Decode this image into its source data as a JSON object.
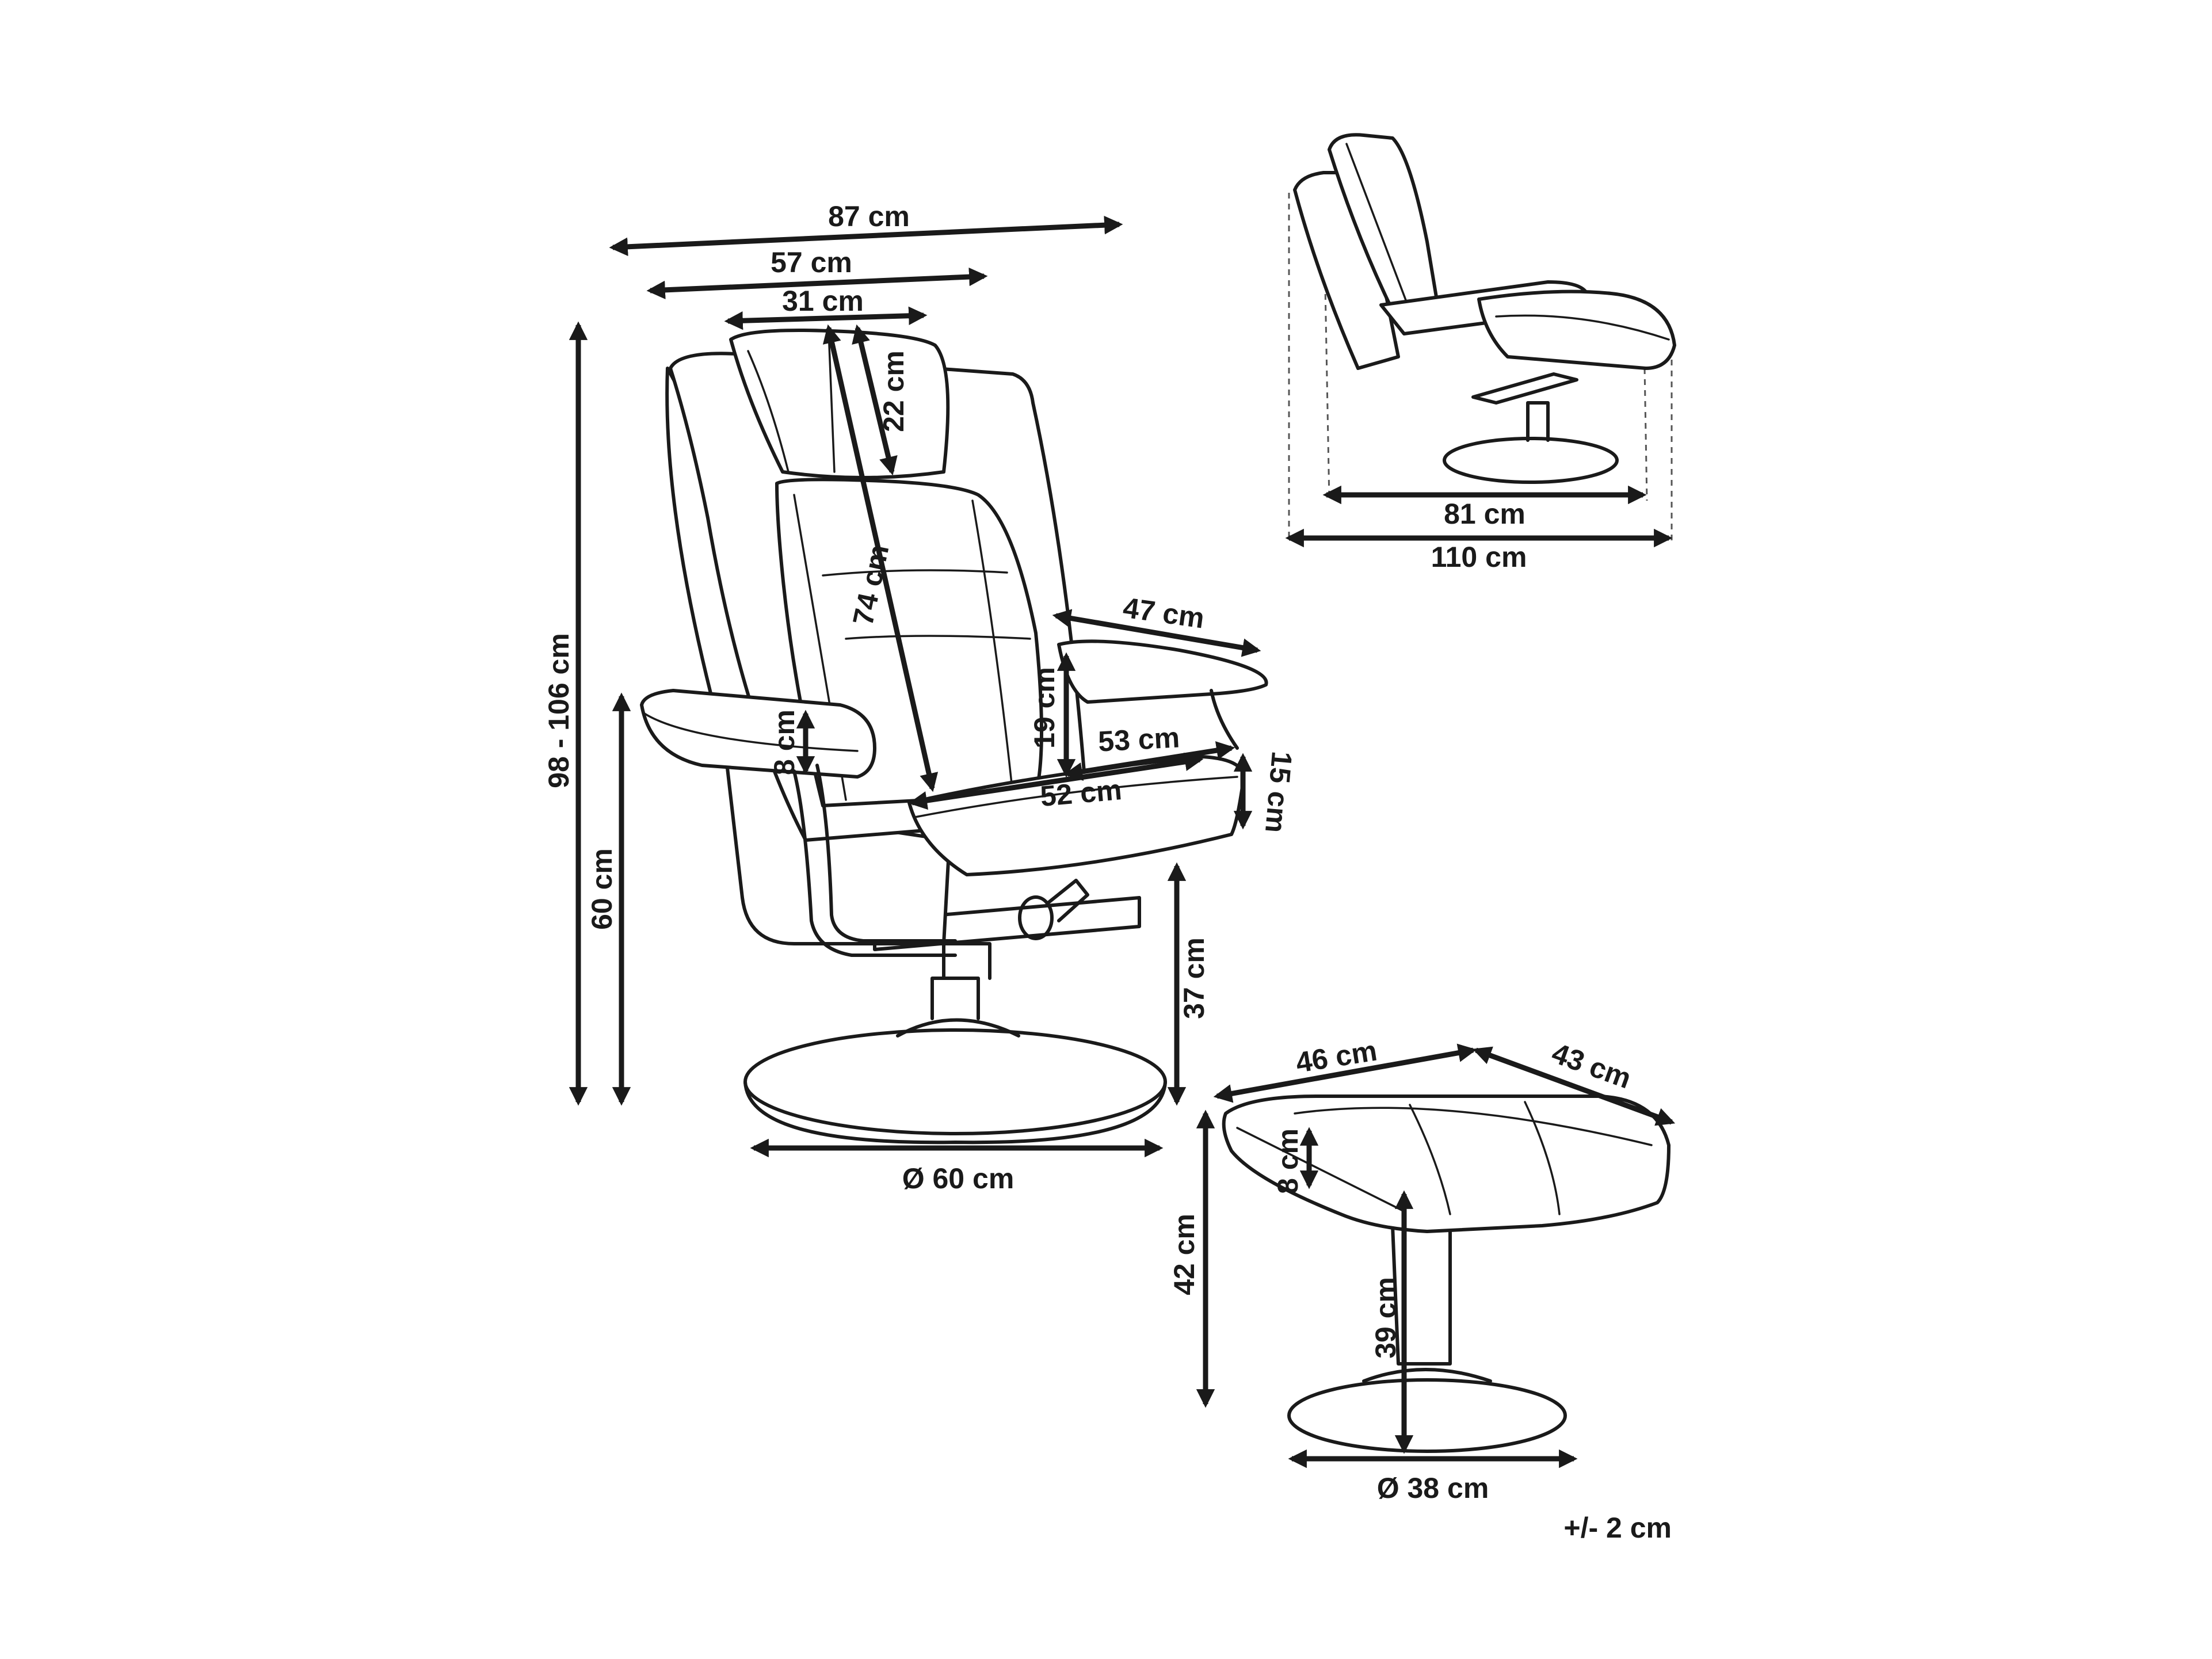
{
  "diagram": {
    "dimensions": {
      "chair_total_width": "87 cm",
      "backrest_width": "57 cm",
      "headrest_width": "31 cm",
      "headrest_height": "22 cm",
      "backrest_height": "74 cm",
      "total_height": "98 - 106 cm",
      "seat_height": "60 cm",
      "armrest_thickness": "8 cm",
      "armrest_length": "47 cm",
      "armrest_height": "19 cm",
      "seat_depth": "53 cm",
      "seat_width": "52 cm",
      "seat_thickness": "15 cm",
      "base_clearance": "37 cm",
      "chair_base_diameter": "Ø 60 cm",
      "side_seat_depth": "81 cm",
      "side_total_depth": "110 cm",
      "ottoman_width": "46 cm",
      "ottoman_depth": "43 cm",
      "ottoman_cushion": "8 cm",
      "ottoman_total_height": "42 cm",
      "ottoman_column": "39 cm",
      "ottoman_base_diameter": "Ø 38 cm",
      "tolerance": "+/- 2 cm"
    }
  }
}
